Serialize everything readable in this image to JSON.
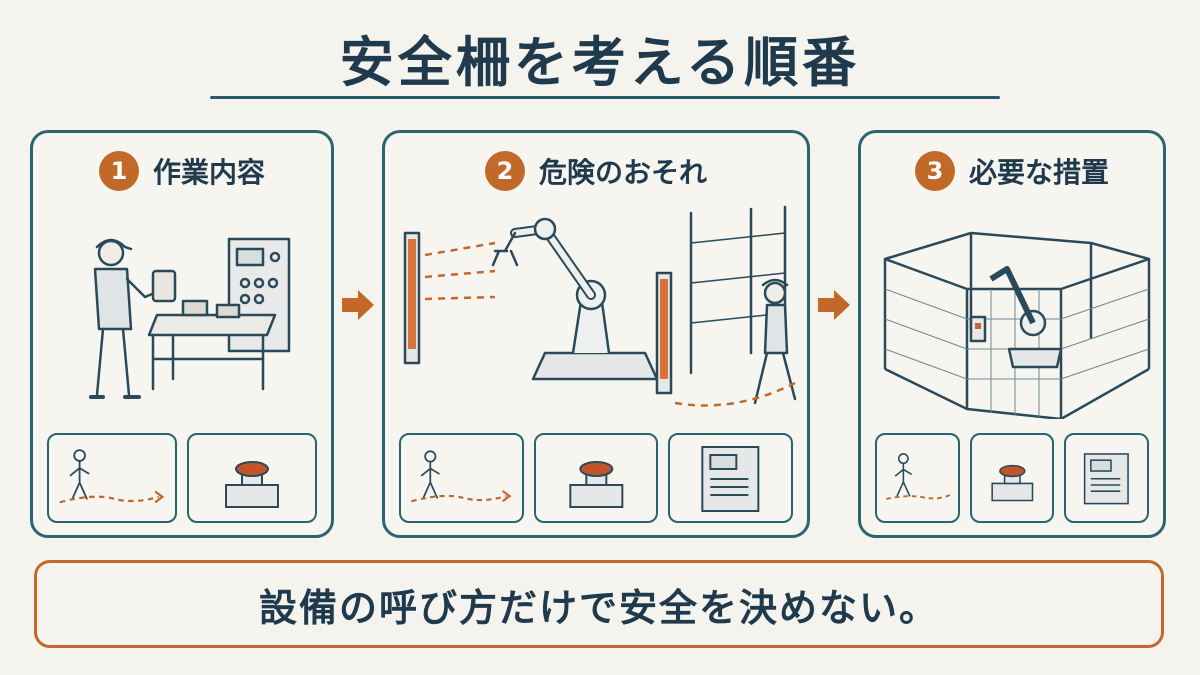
{
  "title": "安全柵を考える順番",
  "steps": [
    {
      "number": "1",
      "label": "作業内容"
    },
    {
      "number": "2",
      "label": "危険のおそれ"
    },
    {
      "number": "3",
      "label": "必要な措置"
    }
  ],
  "message": "設備の呼び方だけで安全を決めない。",
  "colors": {
    "accent": "#c2692a",
    "line": "#2a6470",
    "ink": "#1f3a4d",
    "background": "#f5f3ee"
  }
}
